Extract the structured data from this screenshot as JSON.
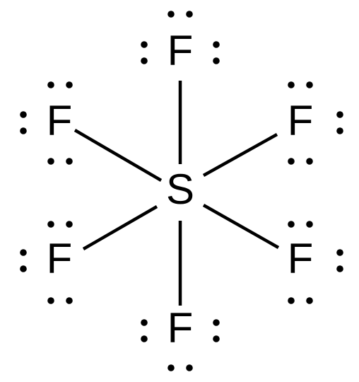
{
  "molecule": {
    "central": {
      "symbol": "S"
    },
    "ligands": [
      {
        "id": "top",
        "symbol": "F"
      },
      {
        "id": "upper-left",
        "symbol": "F"
      },
      {
        "id": "upper-right",
        "symbol": "F"
      },
      {
        "id": "lower-left",
        "symbol": "F"
      },
      {
        "id": "lower-right",
        "symbol": "F"
      },
      {
        "id": "bottom",
        "symbol": "F"
      }
    ],
    "lone_pairs_per_fluorine": 3,
    "bond_count": 6
  },
  "colors": {
    "ink": "#000000",
    "background": "#ffffff"
  }
}
